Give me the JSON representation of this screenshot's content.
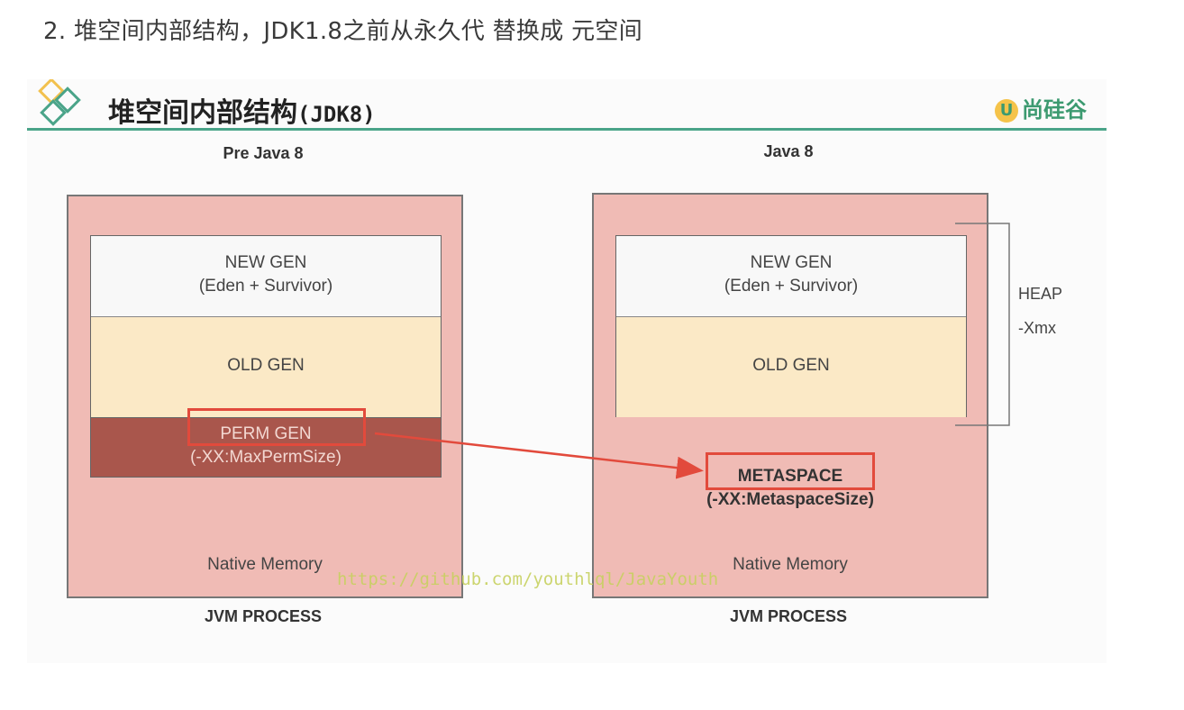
{
  "heading": "2. 堆空间内部结构，JDK1.8之前从永久代 替换成 元空间",
  "slide": {
    "title": "堆空间内部结构",
    "title_suffix": "(JDK8)",
    "brand": "尚硅谷",
    "brand_mark": "U"
  },
  "left": {
    "label": "Pre Java 8",
    "new_gen": "NEW GEN",
    "new_gen_sub": "(Eden + Survivor)",
    "old_gen": "OLD GEN",
    "perm_gen": "PERM GEN",
    "perm_gen_sub": "(-XX:MaxPermSize)",
    "native": "Native Memory",
    "process": "JVM PROCESS"
  },
  "right": {
    "label": "Java 8",
    "new_gen": "NEW GEN",
    "new_gen_sub": "(Eden + Survivor)",
    "old_gen": "OLD GEN",
    "metaspace": "METASPACE",
    "metaspace_sub": "(-XX:MetaspaceSize)",
    "native": "Native Memory",
    "process": "JVM PROCESS",
    "heap": "HEAP",
    "xmx": "-Xmx"
  },
  "watermark": "https://github.com/youthlql/JavaYouth",
  "colors": {
    "process_fill": "#f0bbb5",
    "old_gen_fill": "#fbe9c6",
    "perm_gen_fill": "#a9564c",
    "highlight": "#e24a3c",
    "title_rule": "#4aa489"
  }
}
